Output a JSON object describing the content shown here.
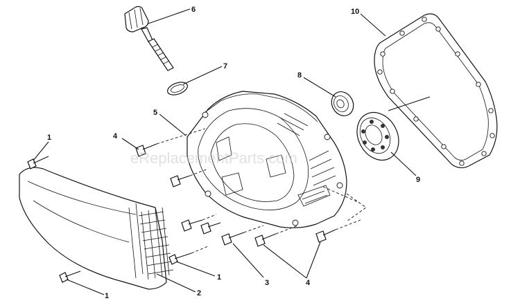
{
  "watermark": "eReplacementParts.com",
  "callouts": {
    "c1a": "1",
    "c1b": "1",
    "c1c": "1",
    "c2": "2",
    "c3": "3",
    "c4a": "4",
    "c4b": "4",
    "c5": "5",
    "c6": "6",
    "c7": "7",
    "c8": "8",
    "c9": "9",
    "c10": "10"
  }
}
